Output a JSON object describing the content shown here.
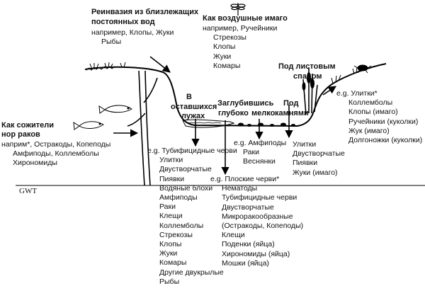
{
  "reinvasion": {
    "title_1": "Реинвазия из близлежащих",
    "title_2": "постоянных вод",
    "line_1": "например, Клопы, Жуки",
    "line_2": "Рыбы"
  },
  "adults": {
    "title": "Как воздушные имаго",
    "examples": [
      "например, Ручейники",
      "Стрекозы",
      "Клопы",
      "Жуки",
      "Комары"
    ]
  },
  "crayfish": {
    "title_1": "Как сожители",
    "title_2": "нор раков",
    "examples": [
      "наприм*, Остракоды, Копеподы",
      "Амфиподы, Коллемболы",
      "Хирономиды"
    ]
  },
  "pools": {
    "title_1": "В",
    "title_2": "оставшихся",
    "title_3": "лужах",
    "examples": [
      "e.g. Тубифицидные черви",
      "Улитки",
      "Двустворчатые",
      "Пиявки",
      "Водяные блохи",
      "Амфиподы",
      "Раки",
      "Клещи",
      "Коллемболы",
      "Стрекозы",
      "Клопы",
      "Жуки",
      "Комары",
      "Другие двукрылые",
      "Рыбы"
    ]
  },
  "burrow": {
    "title_1": "Заглубившись",
    "title_2": "глубоко",
    "deep_examples": [
      "e.g. Плоские черви*",
      "Нематоды",
      "Тубифицидные черви",
      "Двустворчатые",
      "Микроракообразные",
      "(Остракоды, Копеподы)",
      "Клещи",
      "Поденки (яйца)",
      "Хирономиды (яйца)",
      "Мошки (яйца)"
    ],
    "shallow_label": "мелко",
    "shallow_examples": [
      "e.g. Амфиподы",
      "Раки",
      "Веснянки"
    ]
  },
  "stones": {
    "title_1": "Под",
    "title_2": "камнями",
    "examples": [
      "Улитки",
      "Двустворчатые",
      "Пиявки",
      "Жуки (имаго)"
    ]
  },
  "leaves": {
    "title_1": "Под листовым",
    "title_2": "спадом",
    "examples": [
      "e.g. Улитки*",
      "Коллемболы",
      "Клопы (имаго)",
      "Ручейники (куколки)",
      "Жук (имаго)",
      "Долгоножки (куколки)"
    ]
  },
  "gwt_label": "GWT"
}
